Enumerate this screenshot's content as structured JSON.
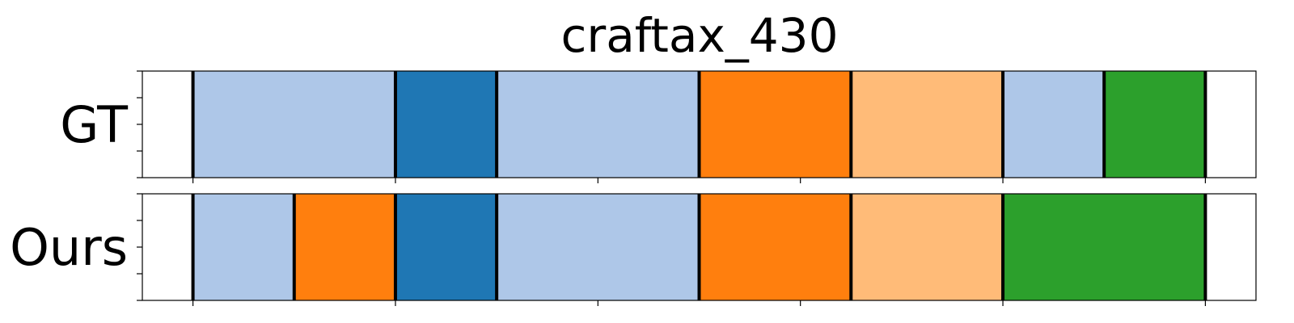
{
  "chart_data": {
    "type": "segmentation-timeline",
    "title": "craftax_430",
    "xlim": [
      0,
      11
    ],
    "rows": [
      {
        "label": "GT",
        "segments": [
          {
            "start": 0.5,
            "end": 2.5,
            "color": "#aec7e8"
          },
          {
            "start": 2.5,
            "end": 3.5,
            "color": "#1f77b4"
          },
          {
            "start": 3.5,
            "end": 5.5,
            "color": "#aec7e8"
          },
          {
            "start": 5.5,
            "end": 7.0,
            "color": "#ff7f0e"
          },
          {
            "start": 7.0,
            "end": 8.5,
            "color": "#ffbb78"
          },
          {
            "start": 8.5,
            "end": 9.5,
            "color": "#aec7e8"
          },
          {
            "start": 9.5,
            "end": 10.5,
            "color": "#2ca02c"
          }
        ]
      },
      {
        "label": "Ours",
        "segments": [
          {
            "start": 0.5,
            "end": 1.5,
            "color": "#aec7e8"
          },
          {
            "start": 1.5,
            "end": 2.5,
            "color": "#ff7f0e"
          },
          {
            "start": 2.5,
            "end": 3.5,
            "color": "#1f77b4"
          },
          {
            "start": 3.5,
            "end": 5.5,
            "color": "#aec7e8"
          },
          {
            "start": 5.5,
            "end": 7.0,
            "color": "#ff7f0e"
          },
          {
            "start": 7.0,
            "end": 8.5,
            "color": "#ffbb78"
          },
          {
            "start": 8.5,
            "end": 10.5,
            "color": "#2ca02c"
          }
        ]
      }
    ],
    "x_ticks": [
      0.5,
      2.5,
      4.5,
      6.5,
      8.5,
      10.5
    ],
    "boundary_color": "#000000"
  }
}
